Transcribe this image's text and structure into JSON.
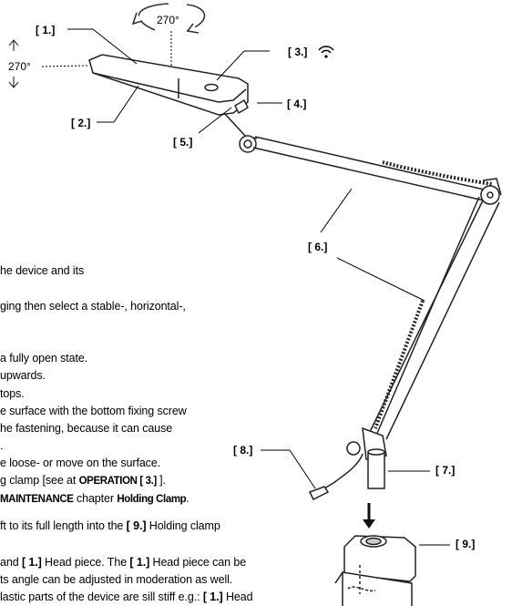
{
  "labels": {
    "l1": "[ 1.]",
    "l2": "[ 2.]",
    "l3": "[ 3.]",
    "l4": "[ 4.]",
    "l5": "[ 5.]",
    "l6": "[ 6.]",
    "l7": "[ 7.]",
    "l8": "[ 8.]",
    "l9": "[ 9.]"
  },
  "rotation": {
    "top": "270°",
    "left": "270°"
  },
  "text_lines": {
    "line1": "he device and its",
    "line2": "ging then select a stable-, horizontal-,",
    "line3": "a fully open state.",
    "line4": "upwards.",
    "line5": "tops.",
    "line6": "e surface with the bottom fixing screw",
    "line7": "he fastening, because it can cause",
    "line8": ".",
    "line9": "e loose- or move on the surface.",
    "line10_a": "g clamp [see at ",
    "line10_b": "OPERATION [ 3.]",
    "line10_c": " ].",
    "line11_a": "MAINTENANCE",
    "line11_b": " chapter ",
    "line11_c": "Holding Clamp",
    "line11_d": ".",
    "line12_a": "ft to its full length into the ",
    "line12_b": "[ 9.]",
    "line12_c": " Holding clamp",
    "line13_a": "and ",
    "line13_b": "[ 1.]",
    "line13_c": " Head piece. The ",
    "line13_d": "[ 1.]",
    "line13_e": " Head piece can be",
    "line14": "ts angle can be adjusted in moderation as well.",
    "line15_a": "lastic parts of the device are sill stiff e.g.: ",
    "line15_b": "[ 1.]",
    "line15_c": " Head"
  }
}
